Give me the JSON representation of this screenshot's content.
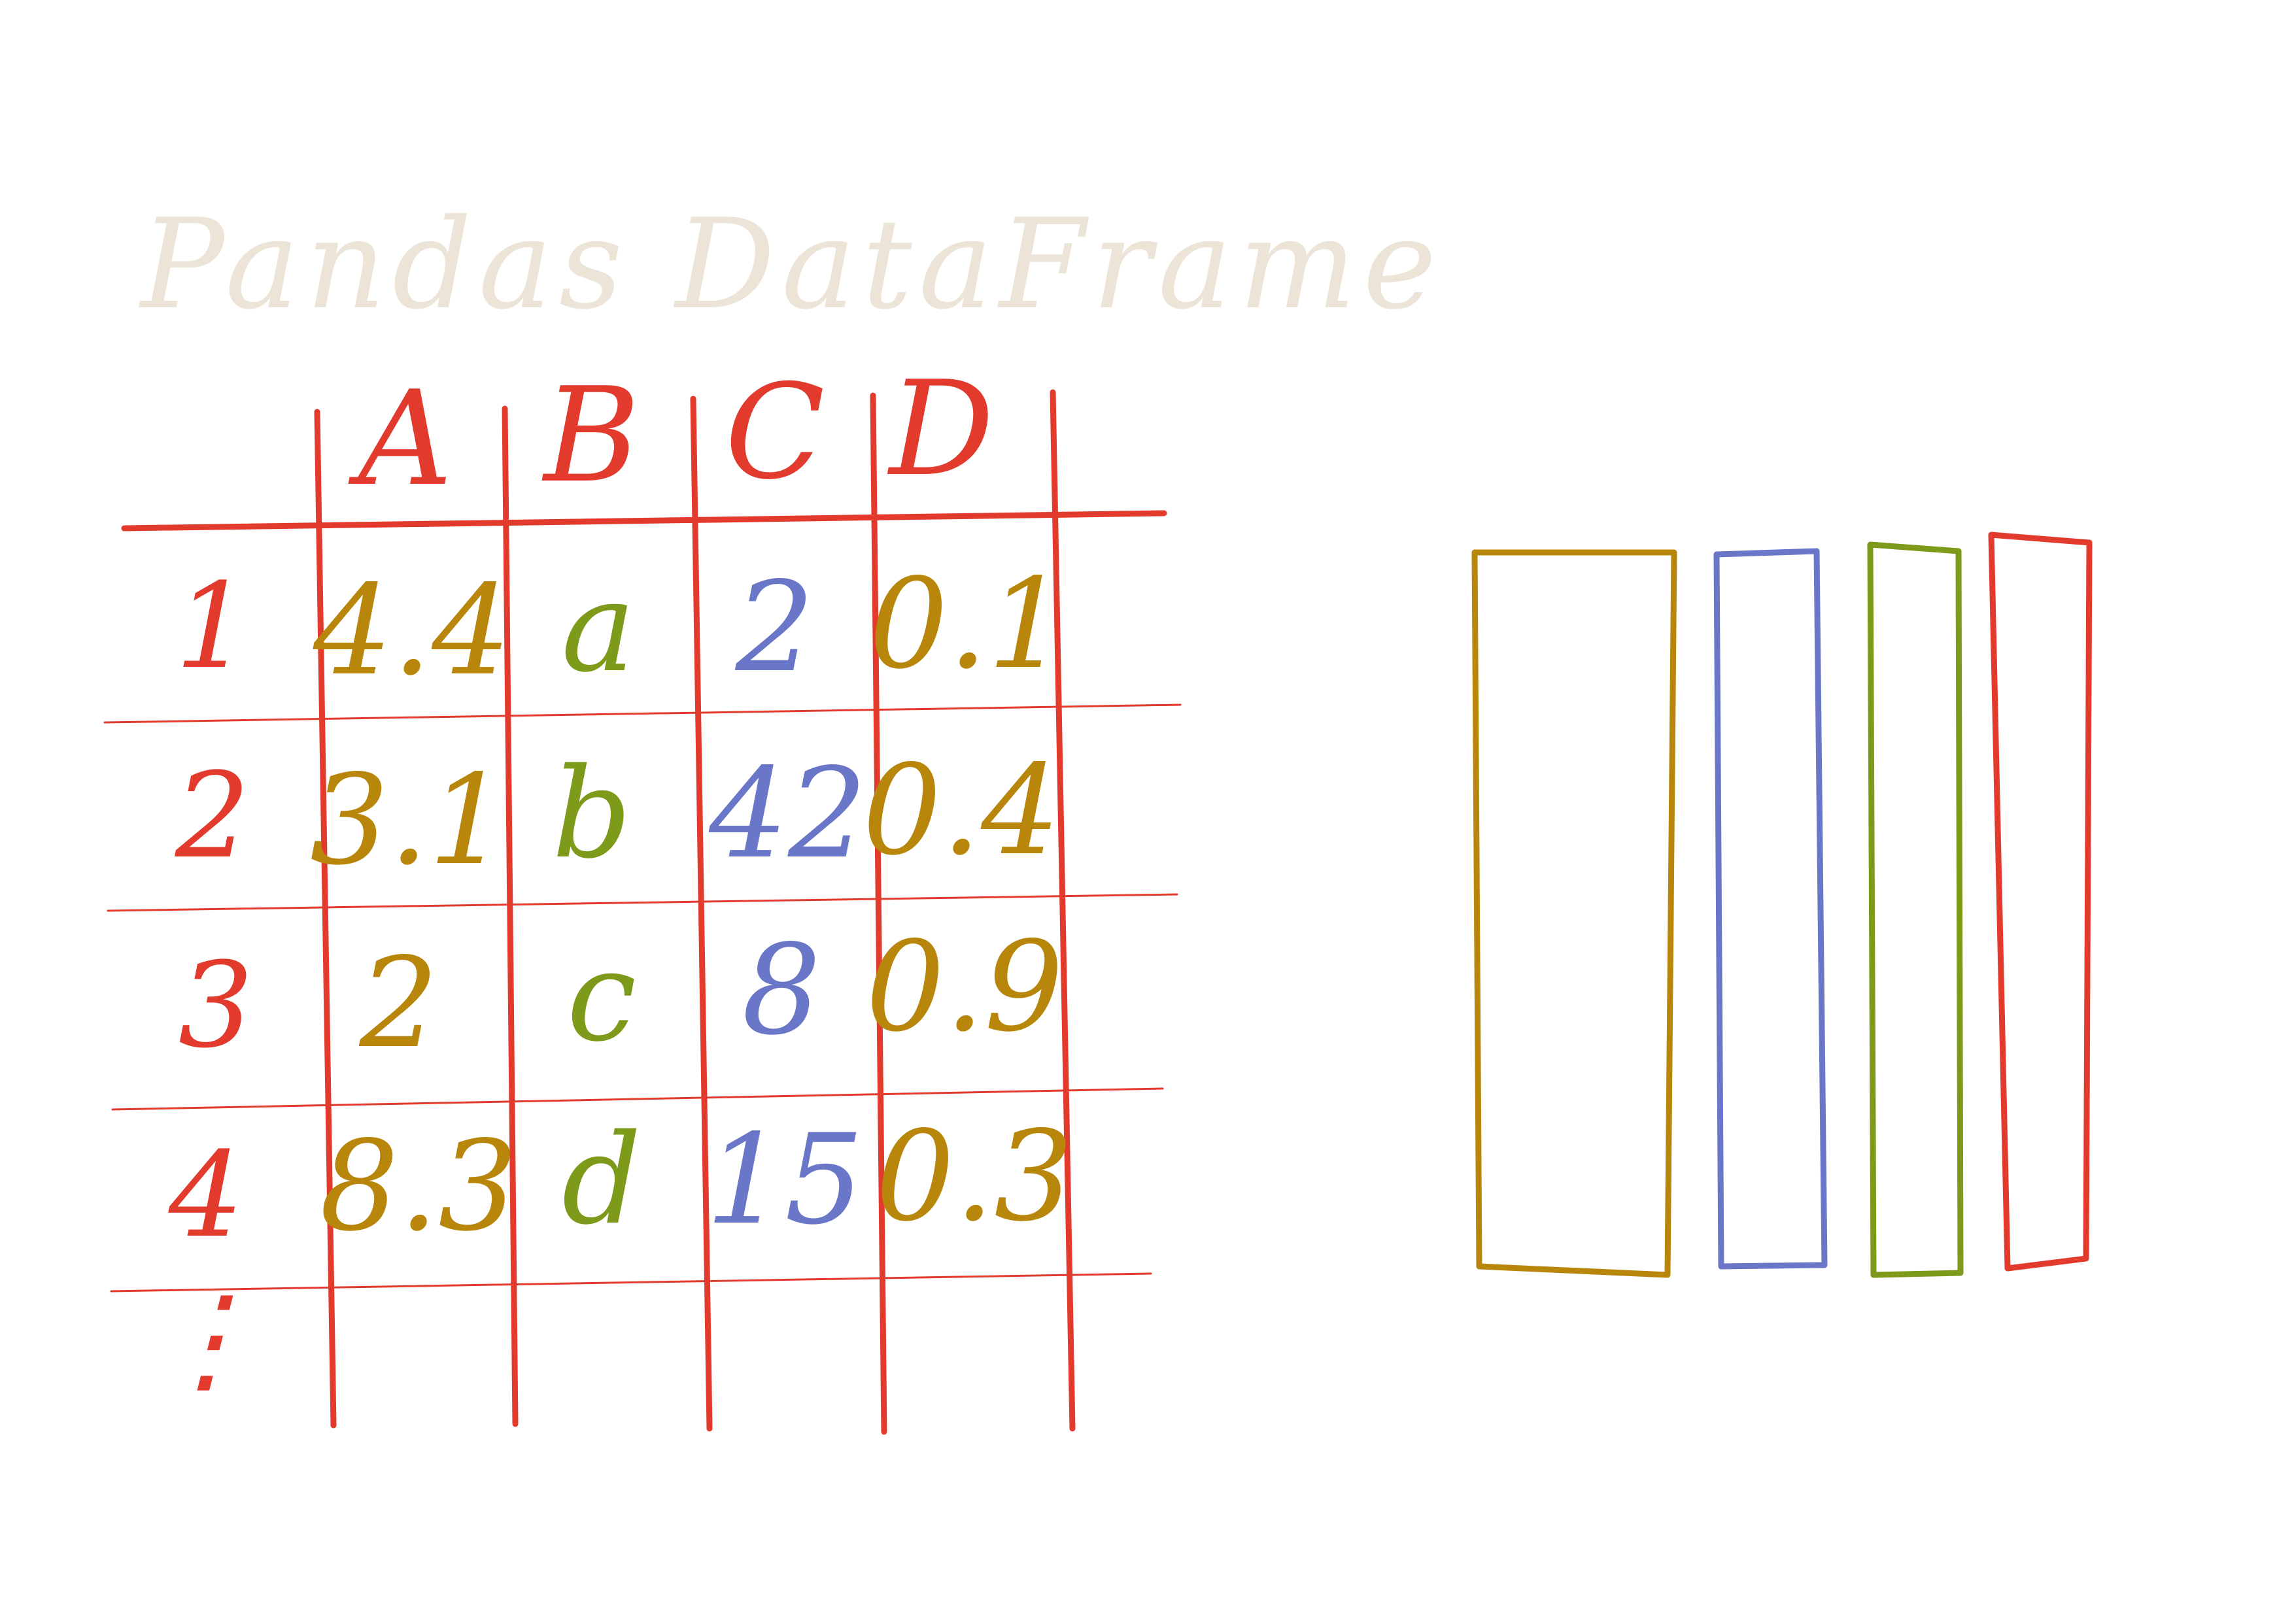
{
  "title": "Pandas DataFrame",
  "colors": {
    "title": "#ece4d6",
    "grid": "#e23b2e",
    "ochre": "#b8860b",
    "blue": "#6a76c8",
    "olive": "#7d9a1a",
    "red": "#e23b2e"
  },
  "table": {
    "columns": [
      "A",
      "B",
      "C",
      "D"
    ],
    "index": [
      "1",
      "2",
      "3",
      "4"
    ],
    "continuation": "⋮",
    "rows": [
      [
        "4.4",
        "a",
        "2",
        "0.1"
      ],
      [
        "3.1",
        "b",
        "42",
        "0.4"
      ],
      [
        "2",
        "c",
        "8",
        "0.9"
      ],
      [
        "8.3",
        "d",
        "15",
        "0.3"
      ]
    ],
    "column_colors": [
      "ochre",
      "olive",
      "blue",
      "ochre"
    ]
  },
  "column_blocks": [
    {
      "column": "A",
      "color": "ochre"
    },
    {
      "column": "B",
      "color": "blue"
    },
    {
      "column": "C",
      "color": "olive"
    },
    {
      "column": "D",
      "color": "red"
    }
  ]
}
